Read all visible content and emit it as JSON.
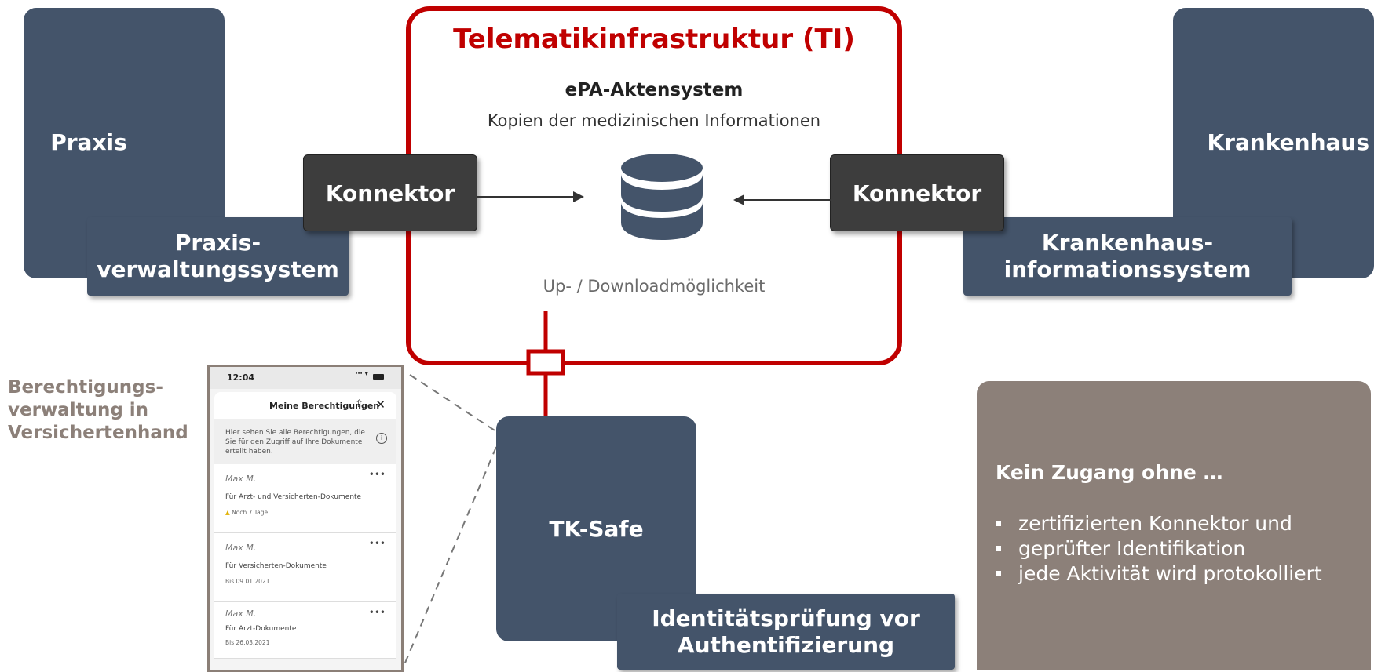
{
  "ti": {
    "title": "Telematikinfrastruktur (TI)",
    "system_title": "ePA-Aktensystem",
    "system_subtitle": "Kopien der medizinischen Informationen",
    "updown": "Up- / Downloadmöglichkeit",
    "database_icon": "database-icon"
  },
  "left": {
    "praxis": "Praxis",
    "konnektor": "Konnektor",
    "pvs_line1": "Praxis-",
    "pvs_line2": "verwaltungssystem"
  },
  "right": {
    "krankenhaus": "Krankenhaus",
    "konnektor": "Konnektor",
    "kis_line1": "Krankenhaus-",
    "kis_line2": "informationssystem"
  },
  "berechtigung": {
    "line1": "Berechtigungs-",
    "line2": "verwaltung in",
    "line3": "Versichertenhand"
  },
  "phone": {
    "time": "12:04",
    "header": "Meine Berechtigungen",
    "info": "Hier sehen Sie alle Berechtigungen, die Sie für den Zugriff auf Ihre Dokumente erteilt haben.",
    "permissions": [
      {
        "name": "Max M.",
        "desc": "Für Arzt- und Versicherten-Dokumente",
        "note": "Noch 7 Tage"
      },
      {
        "name": "Max M.",
        "desc": "Für Versicherten-Dokumente",
        "note": "Bis 09.01.2021"
      },
      {
        "name": "Max M.",
        "desc": "Für Arzt-Dokumente",
        "note": "Bis 26.03.2021"
      }
    ]
  },
  "tksafe": {
    "title": "TK-Safe",
    "ident_line1": "Identitätsprüfung vor",
    "ident_line2": "Authentifizierung"
  },
  "zugang": {
    "title": "Kein Zugang ohne …",
    "items": [
      "zertifizierten Konnektor und",
      "geprüfter Identifikation",
      "jede Aktivität wird protokolliert"
    ]
  },
  "colors": {
    "navy": "#44546a",
    "red": "#c00000",
    "taupe": "#8c8079",
    "konnektor": "#3d3d3d"
  }
}
